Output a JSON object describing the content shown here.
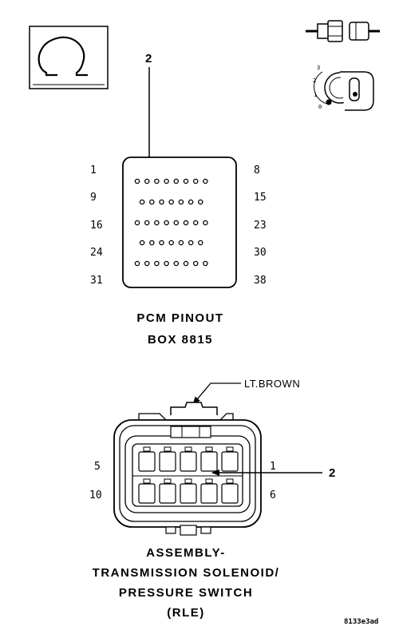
{
  "ohm_symbol": {
    "glyph": "Ω",
    "icon": "ohmmeter-icon"
  },
  "icons": {
    "disconnect": "connector-disconnect-icon",
    "ignition": "ignition-key-icon",
    "ignition_positions": [
      "3",
      "2",
      "1",
      "0"
    ]
  },
  "pcm": {
    "callout": "2",
    "row_labels_left": [
      "1",
      "9",
      "16",
      "24",
      "31"
    ],
    "row_labels_right": [
      "8",
      "15",
      "23",
      "30",
      "38"
    ],
    "title_line1": "PCM PINOUT",
    "title_line2": "BOX 8815"
  },
  "connector": {
    "wire_label": "LT.BROWN",
    "callout": "2",
    "pin_label_top_left": "5",
    "pin_label_top_right": "1",
    "pin_label_bottom_left": "10",
    "pin_label_bottom_right": "6",
    "title_line1": "ASSEMBLY-",
    "title_line2": "TRANSMISSION SOLENOID/",
    "title_line3": "PRESSURE SWITCH",
    "title_line4": "(RLE)"
  },
  "figure_ref": "8133e3ad",
  "colors": {
    "ink": "#000000",
    "paper": "#ffffff"
  }
}
